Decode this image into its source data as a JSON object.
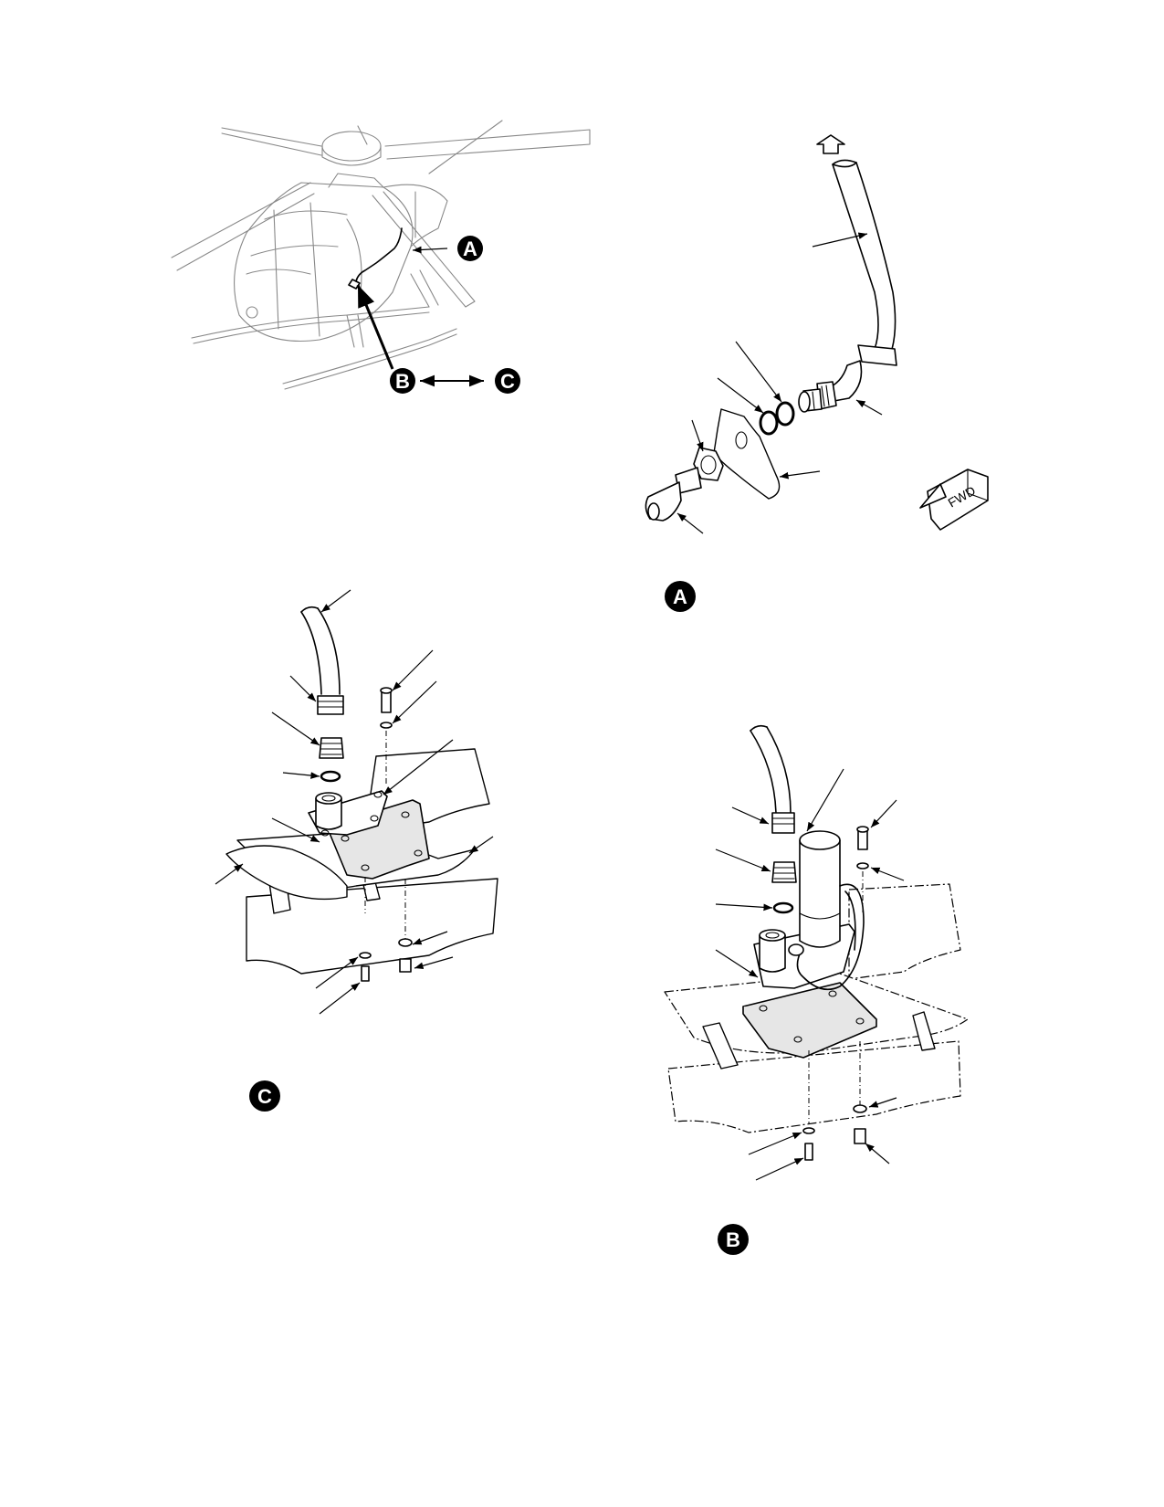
{
  "badges": {
    "a": "A",
    "b": "B",
    "c": "C"
  },
  "fwd_label": "FWD",
  "colors": {
    "ink": "#000000",
    "helicopter_outline": "#888888",
    "paper": "#ffffff"
  },
  "icons": {
    "forward": "fwd-arrow-icon",
    "up_arrow": "up-arrow-icon"
  }
}
